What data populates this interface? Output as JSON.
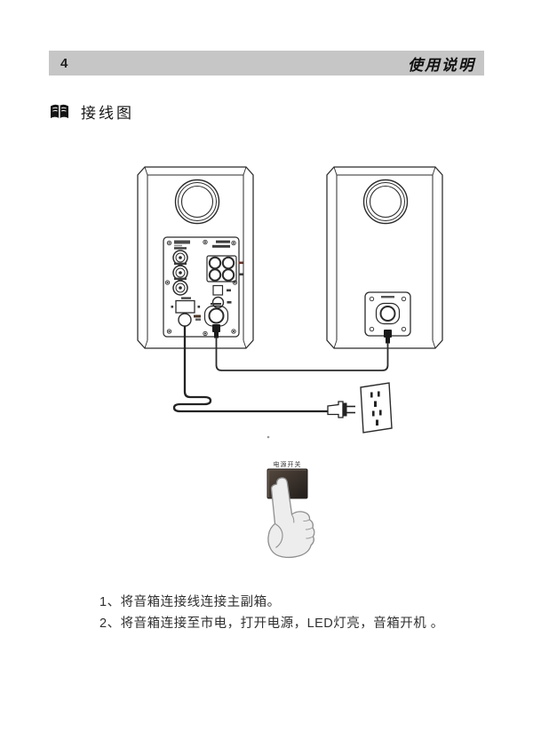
{
  "page": {
    "number": "4",
    "header_title": "使用说明"
  },
  "section": {
    "title": "接线图",
    "icon": "open-book-icon"
  },
  "diagram": {
    "description": "speaker-wiring-diagram",
    "power_switch_label": "电源开关",
    "elements": {
      "left_speaker": "active-speaker-rear-view",
      "right_speaker": "passive-speaker-rear-view",
      "power_cord": "coiled-cord-to-two-prong-plug",
      "wall_outlet": "duplex-outlet",
      "speaker_link_cable": "speaker-to-speaker-cable",
      "hand": "finger-pressing-power-switch"
    }
  },
  "instructions": [
    "1、将音箱连接线连接主副箱。",
    "2、将音箱连接至市电，打开电源，LED灯亮，音箱开机 。"
  ],
  "colors": {
    "header_bar": "#c6c6c6",
    "line_art": "#2b2b2b",
    "switch_dark_top": "#55493f",
    "switch_dark_bottom": "#211c19",
    "hand_fill": "#ededed"
  }
}
